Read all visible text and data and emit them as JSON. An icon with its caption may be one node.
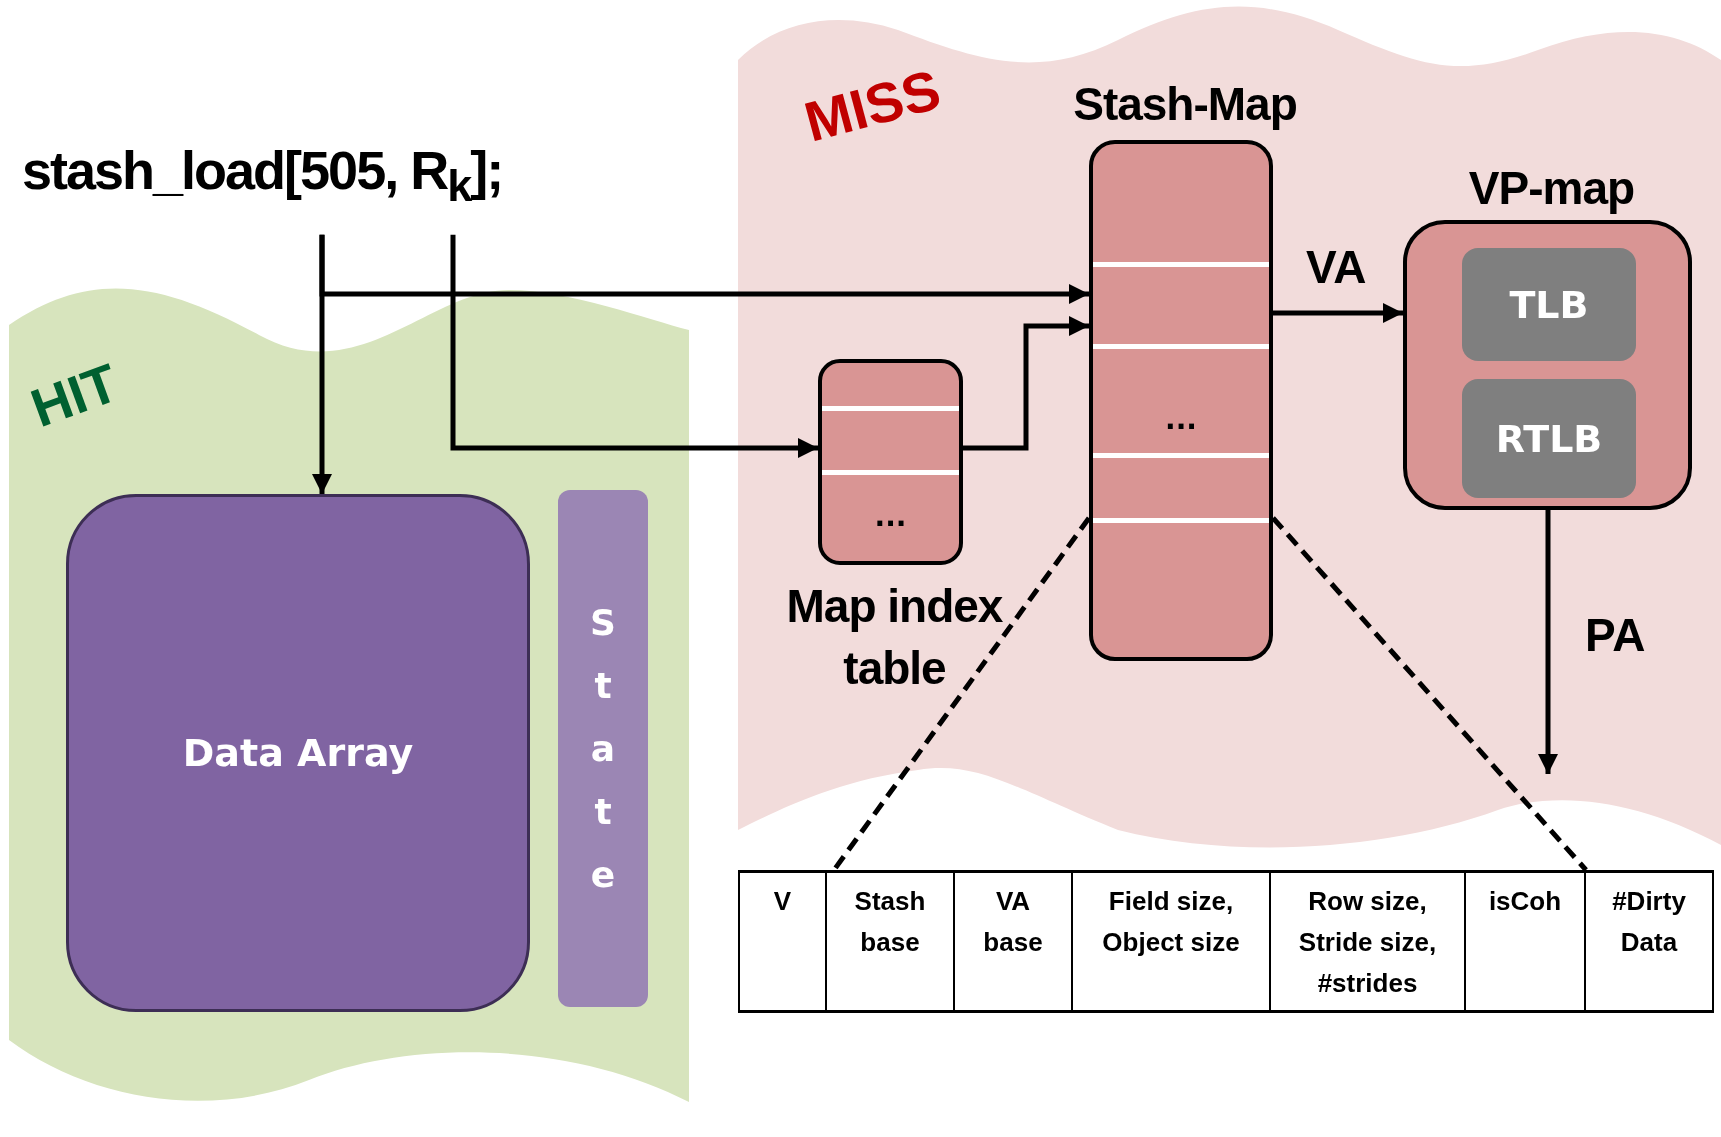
{
  "diagram": {
    "nodes": [
      {
        "text": [
          "stash_load[505, R$_{k}$];"
        ]
      },
      {
        "text": [
          "HIT"
        ]
      },
      {
        "text": [
          "Data Array"
        ],
        "in": 1
      },
      {
        "text": [
          "State"
        ],
        "in": 1
      },
      {
        "text": [
          "MISS"
        ]
      },
      {
        "text": [
          "...",
          "Map index table"
        ],
        "in": 4
      },
      {
        "text": [
          "Stash-Map",
          "..."
        ],
        "in": 4
      },
      {
        "text": [
          "VP-map"
        ],
        "in": 4
      },
      {
        "text": [
          "TLB"
        ],
        "in": 7
      },
      {
        "text": [
          "RTLB"
        ],
        "in": 7
      },
      {
        "text": [],
        "shape": "box"
      }
    ],
    "edges": [
      {
        "from": 0,
        "to": 2,
        "arrow": "to"
      },
      {
        "from": 0,
        "to": 6,
        "arrow": "to"
      },
      {
        "from": 0,
        "to": 5,
        "arrow": "to"
      },
      {
        "from": 5,
        "to": 6,
        "arrow": "to"
      },
      {
        "from": 6,
        "to": 7,
        "arrow": "to",
        "label": "VA"
      },
      {
        "from": 7,
        "to": null,
        "arrow": "to",
        "label": "PA"
      },
      {
        "from": 6,
        "to": 10,
        "arrow": "none",
        "style": "dashed"
      },
      {
        "from": 6,
        "to": 10,
        "arrow": "none",
        "style": "dashed"
      }
    ],
    "labels": [
      "V",
      "Stash base",
      "VA base",
      "Field size, Object size",
      "Row size, Stride size, #strides",
      "isCoh",
      "#Dirty Data"
    ]
  }
}
